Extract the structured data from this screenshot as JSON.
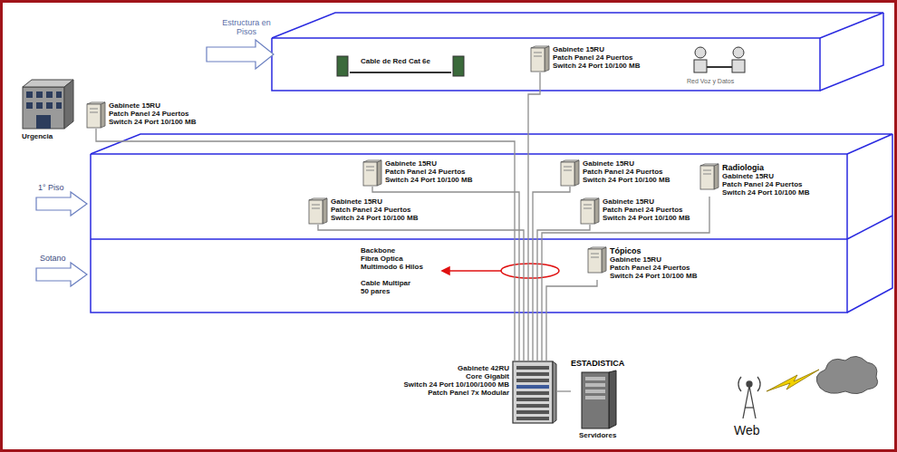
{
  "diagram": {
    "nodes": [
      {
        "text": [
          "Gabinete 15RU",
          "Patch Panel 24 Puertos",
          "Switch 24 Port 10/100 MB"
        ]
      },
      {
        "text": [
          "Gabinete 15RU",
          "Patch Panel 24 Puertos",
          "Switch 24 Port 10/100 MB"
        ]
      },
      {
        "text": [
          "Gabinete 15RU",
          "Patch Panel 24 Puertos",
          "Switch 24 Port 10/100 MB"
        ]
      },
      {
        "text": [
          "Gabinete 15RU",
          "Patch Panel 24 Puertos",
          "Switch 24 Port 10/100 MB"
        ]
      },
      {
        "text": [
          "Radiologia",
          "Gabinete 15RU",
          "Patch Panel 24 Puertos",
          "Switch 24 Port 10/100 MB"
        ]
      },
      {
        "text": [
          "Gabinete 15RU",
          "Patch Panel 24 Puertos",
          "Switch 24 Port 10/100 MB"
        ]
      },
      {
        "text": [
          "Gabinete 15RU",
          "Patch Panel 24 Puertos",
          "Switch 24 Port 10/100 MB"
        ]
      },
      {
        "text": [
          "Tópicos",
          "Gabinete 15RU",
          "Patch Panel 24 Puertos",
          "Switch 24 Port 10/100 MB"
        ]
      },
      {
        "text": [
          "Gabinete 42RU",
          "Core Gigabit",
          "Switch 24 Port 10/100/1000 MB",
          "Patch Panel 7x Modular"
        ]
      },
      {
        "text": [
          "ESTADISTICA",
          "Servidores"
        ]
      }
    ],
    "edges": [
      {
        "from": 0,
        "to": 8,
        "arrow": "none"
      },
      {
        "from": 1,
        "to": 8,
        "arrow": "none"
      },
      {
        "from": 2,
        "to": 8,
        "arrow": "none"
      },
      {
        "from": 3,
        "to": 8,
        "arrow": "none"
      },
      {
        "from": 4,
        "to": 8,
        "arrow": "none"
      },
      {
        "from": 5,
        "to": 8,
        "arrow": "none"
      },
      {
        "from": 6,
        "to": 8,
        "arrow": "none"
      },
      {
        "from": 7,
        "to": 8,
        "arrow": "none"
      },
      {
        "from": 8,
        "to": 9,
        "arrow": "none"
      }
    ],
    "labels": [
      "Estructura en Pisos",
      "Urgencia",
      "1° Piso",
      "Sotano",
      "Cable de Red Cat 6e",
      "Red Voz y Datos",
      "Backbone",
      "Fibra Optica",
      "Multimodo 6 Hilos",
      "Cable Multipar",
      "50 pares",
      "Web"
    ]
  }
}
